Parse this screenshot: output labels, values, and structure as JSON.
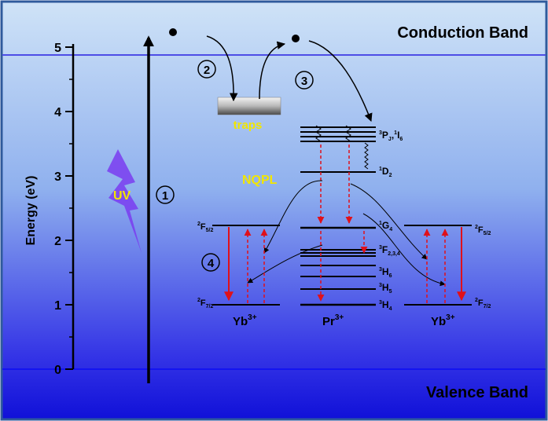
{
  "colors": {
    "border": "#2f5a9c",
    "top": "#cfe3f7",
    "bottom": "#1010d8",
    "band_line_cb": "#4d4de6",
    "band_line_vb": "#1414f0",
    "arrow_red": "#e0101a",
    "label_yellow": "#f2e600",
    "uv_bolt": "#7a3cf0"
  },
  "bands": {
    "conduction": "Conduction Band",
    "valence": "Valence Band"
  },
  "axis": {
    "label": "Energy (eV)",
    "ticks": [
      "0",
      "1",
      "2",
      "3",
      "4",
      "5"
    ]
  },
  "steps": [
    "1",
    "2",
    "3",
    "4"
  ],
  "labels": {
    "uv": "UV",
    "traps": "traps",
    "nqpl": "NQPL"
  },
  "ions": {
    "yb_left": {
      "base": "Yb",
      "sup": "3+"
    },
    "pr": {
      "base": "Pr",
      "sup": "3+"
    },
    "yb_right": {
      "base": "Yb",
      "sup": "3+"
    }
  },
  "levels": {
    "yb_upper": {
      "sup": "2",
      "base": "F",
      "sub": "5/2"
    },
    "yb_lower": {
      "sup": "2",
      "base": "F",
      "sub": "7/2"
    },
    "pr_3pj": {
      "sup1": "3",
      "b1": "P",
      "sub1": "J",
      "sep": ",",
      "sup2": "1",
      "b2": "I",
      "sub2": "6"
    },
    "pr_1d2": {
      "sup": "1",
      "base": "D",
      "sub": "2"
    },
    "pr_1g4": {
      "sup": "1",
      "base": "G",
      "sub": "4"
    },
    "pr_3f": {
      "sup": "3",
      "base": "F",
      "sub": "2,3,4"
    },
    "pr_3h6": {
      "sup": "3",
      "base": "H",
      "sub": "6"
    },
    "pr_3h5": {
      "sup": "3",
      "base": "H",
      "sub": "5"
    },
    "pr_3h4": {
      "sup": "3",
      "base": "H",
      "sub": "4"
    }
  }
}
